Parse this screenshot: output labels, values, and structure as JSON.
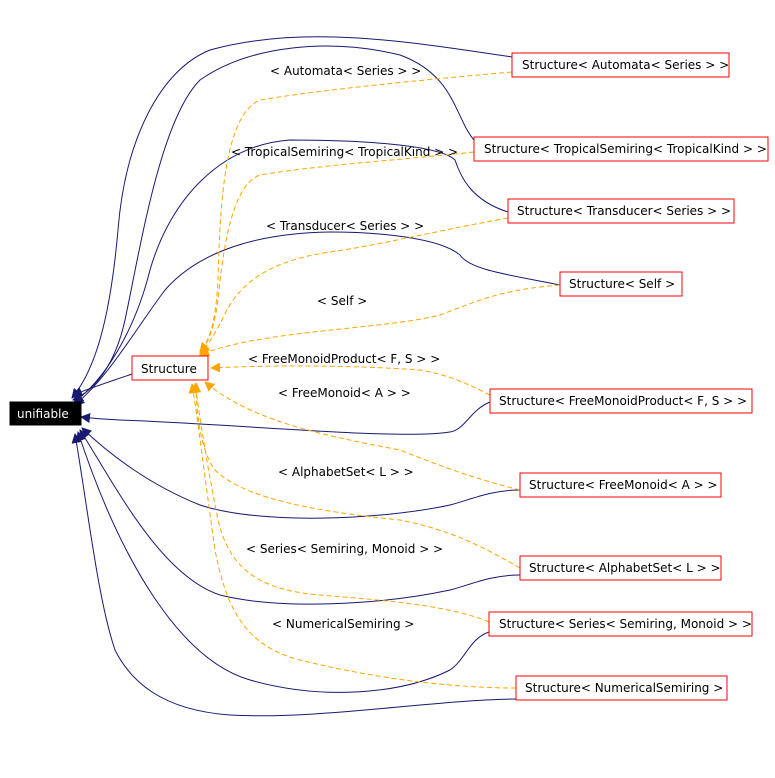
{
  "root": {
    "label": "unifiable"
  },
  "base": {
    "label": "Structure"
  },
  "nodes": [
    {
      "label": "Structure< Automata< Series > >"
    },
    {
      "label": "Structure< TropicalSemiring< TropicalKind > >"
    },
    {
      "label": "Structure< Transducer< Series > >"
    },
    {
      "label": "Structure< Self >"
    },
    {
      "label": "Structure< FreeMonoidProduct< F, S > >"
    },
    {
      "label": "Structure< FreeMonoid< A > >"
    },
    {
      "label": "Structure< AlphabetSet< L > >"
    },
    {
      "label": "Structure< Series< Semiring, Monoid > >"
    },
    {
      "label": "Structure< NumericalSemiring >"
    }
  ],
  "edge_labels": [
    "< Automata< Series > >",
    "< TropicalSemiring< TropicalKind > >",
    "< Transducer< Series > >",
    "< Self >",
    "< FreeMonoidProduct< F, S > >",
    "< FreeMonoid< A > >",
    "< AlphabetSet< L > >",
    "< Series< Semiring, Monoid > >",
    "< NumericalSemiring >"
  ],
  "colors": {
    "inheritance_edge": "#191970",
    "template_edge": "#ffa500",
    "node_border": "#ff0000",
    "root_fill": "#000000"
  }
}
